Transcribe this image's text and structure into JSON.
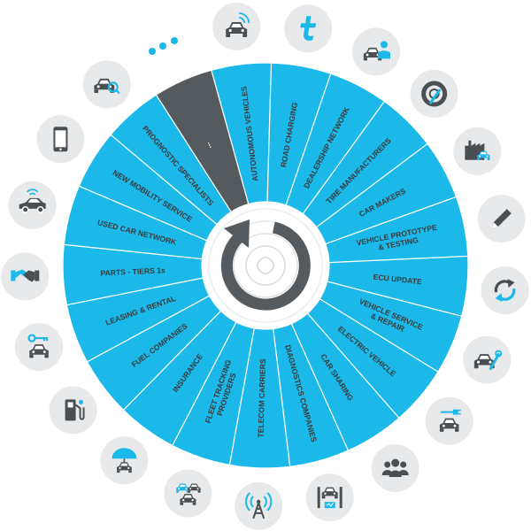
{
  "colors": {
    "segment": "#1bb8ea",
    "highlight": "#555a5e",
    "divider": "#ffffff",
    "label": "#3a3a3a",
    "icon_bg": "#e8e9ea",
    "icon_dark": "#4a4f54",
    "icon_blue": "#1bb8ea",
    "hub_ring": "#555a5e"
  },
  "segments": [
    {
      "lines": [
        "AUTONOMOUS VEHICLES"
      ],
      "icon": "connected-car-icon",
      "highlight": false
    },
    {
      "lines": [
        "ROAD CHARGING"
      ],
      "icon": "toll-t-icon",
      "highlight": false
    },
    {
      "lines": [
        "DEALERSHIP NETWORK"
      ],
      "icon": "dealer-car-person-icon",
      "highlight": false
    },
    {
      "lines": [
        "TIRE MANUFACTURERS"
      ],
      "icon": "tire-wrench-icon",
      "highlight": false
    },
    {
      "lines": [
        "CAR MAKERS"
      ],
      "icon": "factory-car-icon",
      "highlight": false
    },
    {
      "lines": [
        "VEHICLE PROTOTYPE",
        "& TESTING"
      ],
      "icon": "pencil-icon",
      "highlight": false
    },
    {
      "lines": [
        "ECU UPDATE"
      ],
      "icon": "refresh-arrows-icon",
      "highlight": false
    },
    {
      "lines": [
        "VEHICLE SERVICE",
        "& REPAIR"
      ],
      "icon": "car-wrench-icon",
      "highlight": false
    },
    {
      "lines": [
        "ELECTRIC VEHICLE"
      ],
      "icon": "electric-car-plug-icon",
      "highlight": false
    },
    {
      "lines": [
        "CAR SHARING"
      ],
      "icon": "people-group-icon",
      "highlight": false
    },
    {
      "lines": [
        "DIAGNOSTICS COMPANIES"
      ],
      "icon": "car-lift-diagnostics-icon",
      "highlight": false
    },
    {
      "lines": [
        "TELECOM CARRIERS"
      ],
      "icon": "cell-tower-icon",
      "highlight": false
    },
    {
      "lines": [
        "FLEET TRACKING",
        "PROVIDERS"
      ],
      "icon": "fleet-cars-icon",
      "highlight": false
    },
    {
      "lines": [
        "INSURANCE"
      ],
      "icon": "umbrella-car-icon",
      "highlight": false
    },
    {
      "lines": [
        "FUEL COMPANIES"
      ],
      "icon": "fuel-pump-icon",
      "highlight": false
    },
    {
      "lines": [
        "LEASING & RENTAL"
      ],
      "icon": "car-key-icon",
      "highlight": false
    },
    {
      "lines": [
        "PARTS - TIERS 1s"
      ],
      "icon": "handshake-icon",
      "highlight": false
    },
    {
      "lines": [
        "USED CAR NETWORK"
      ],
      "icon": "car-side-icon",
      "highlight": false
    },
    {
      "lines": [
        "NEW MOBILITY SERVICE"
      ],
      "icon": "smartphone-icon",
      "highlight": false
    },
    {
      "lines": [
        "PROGNOSTIC SPECIALISTS"
      ],
      "icon": "car-magnifier-icon",
      "highlight": false
    },
    {
      "lines": [
        "..."
      ],
      "icon": "ellipsis-icon",
      "highlight": true
    }
  ]
}
